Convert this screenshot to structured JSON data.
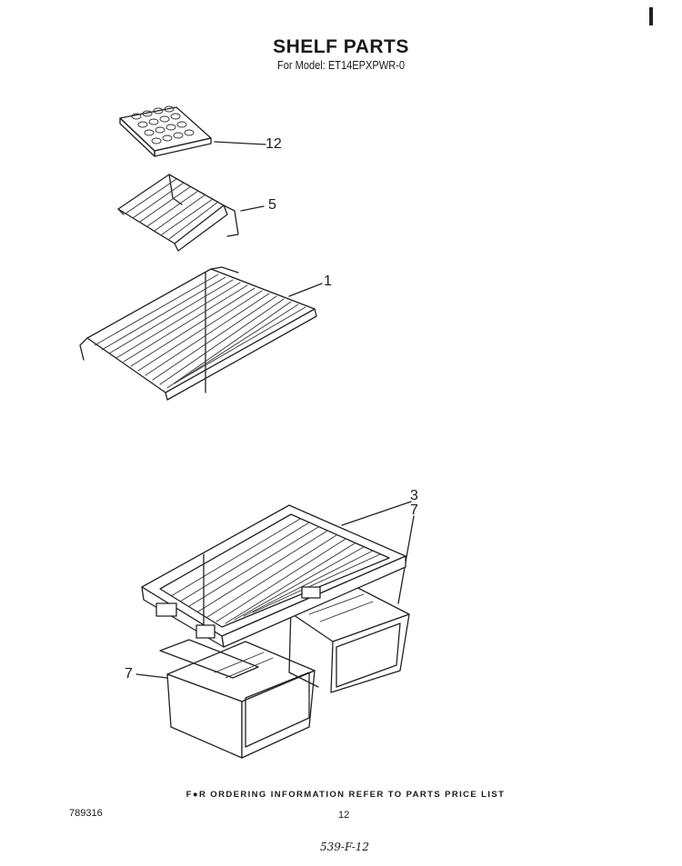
{
  "header": {
    "title": "SHELF PARTS",
    "subtitle": "For Model: ET14EPXPWR-0"
  },
  "callouts": {
    "ice_tray": "12",
    "wire_shelf_small": "5",
    "wire_shelf_large": "1",
    "crisper_cover": "3",
    "crisper_right": "7",
    "crisper_left": "7"
  },
  "footer": {
    "ordering_note": "F●R ORDERING INFORMATION REFER TO PARTS PRICE LIST",
    "document_number": "789316",
    "page_number": "12",
    "handwritten_note": "539-F-12"
  }
}
